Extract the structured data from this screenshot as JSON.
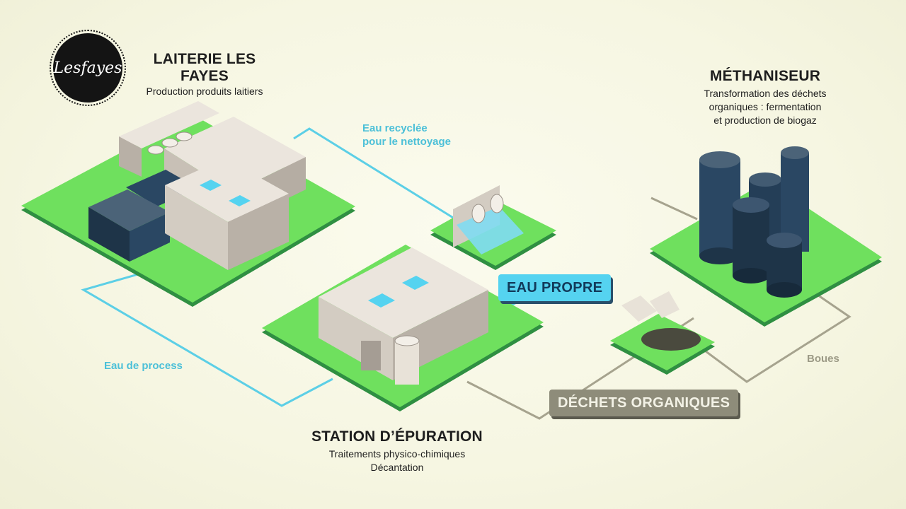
{
  "brand": {
    "logo_text": "Lesfayes"
  },
  "dairy": {
    "title": "LAITERIE LES FAYES",
    "subtitle": "Production produits laitiers"
  },
  "digester": {
    "title": "MÉTHANISEUR",
    "lines": [
      "Transformation des déchets",
      "organiques : fermentation",
      "et production de biogaz"
    ]
  },
  "station": {
    "title": "STATION D’ÉPURATION",
    "lines": [
      "Traitements physico-chimiques",
      "Décantation"
    ]
  },
  "flows": {
    "recycled_water": [
      "Eau recyclée",
      "pour le nettoyage"
    ],
    "process_water": "Eau de process",
    "sludge": "Boues"
  },
  "tags": {
    "clean_water": "EAU PROPRE",
    "organic_waste": "DÉCHETS ORGANIQUES"
  },
  "colors": {
    "grass": "#6fe05e",
    "grass_edge": "#2f8f42",
    "water_line": "#5ccfe6",
    "waste_line": "#a6a38e",
    "building": "#d9d2c8",
    "tank": "#2a4763"
  }
}
